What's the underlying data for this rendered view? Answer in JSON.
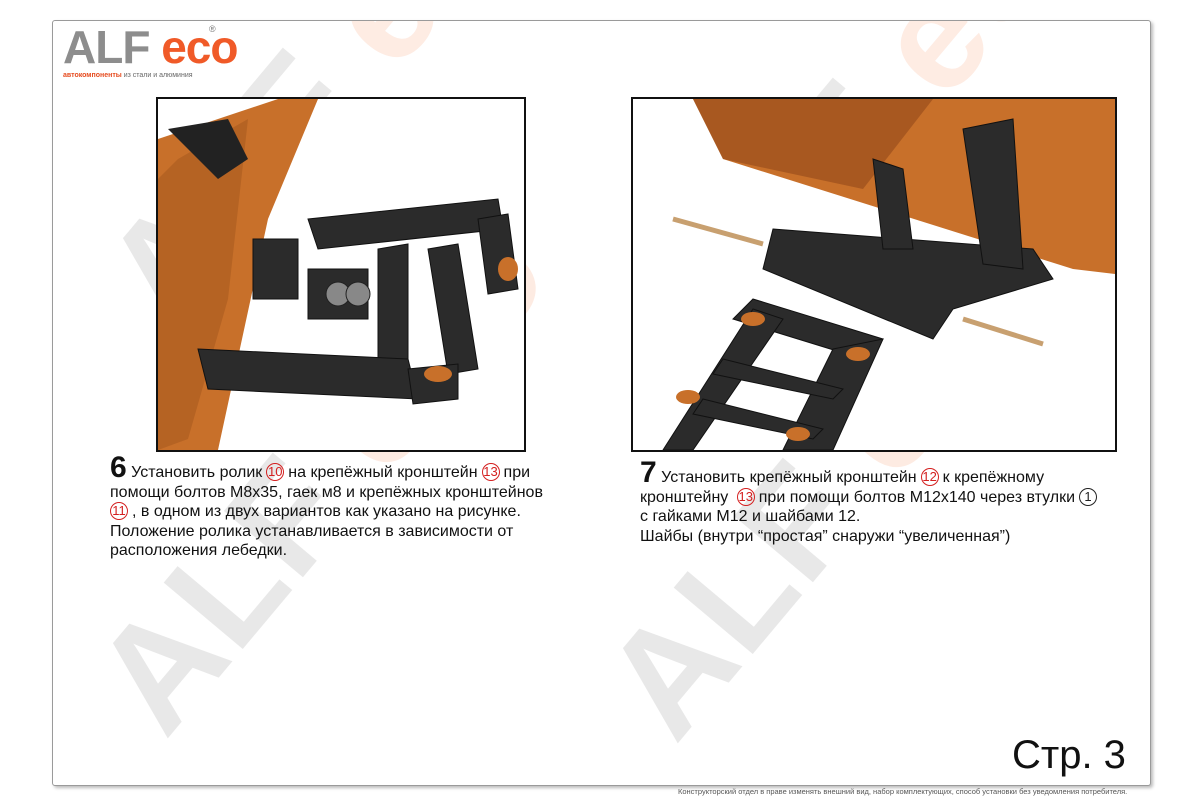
{
  "logo": {
    "brand_gray": "ALF",
    "brand_orange": "eco",
    "registered": "®",
    "tagline_red": "автокомпоненты",
    "tagline_rest": "из стали и алюминия"
  },
  "watermark": {
    "gray": "ALF",
    "orange": "eco"
  },
  "colors": {
    "accent": "#f05a28",
    "callout": "#d42020",
    "blade": "#c8702a",
    "frame": "#2b2b2b"
  },
  "steps": [
    {
      "number": "6",
      "parts": [
        "Установить ролик",
        "10",
        "на крепёжный кронштейн",
        "13",
        "при помощи болтов М8х35, гаек м8 и крепёжных кронштейнов",
        "11",
        ", в одном из двух вариантов как указано на рисунке.",
        "Положение ролика устанавливается в зависимости от расположения лебедки."
      ]
    },
    {
      "number": "7",
      "parts": [
        "Установить крепёжный кронштейн",
        "12",
        "к крепёжному кронштейну",
        "13",
        "при помощи болтов М12х140 через втулки",
        "1",
        "с гайками М12 и шайбами 12.",
        "Шайбы (внутри “простая” снаружи “увеличенная”)"
      ]
    }
  ],
  "page_label": "Стр. 3",
  "footer": "Конструкторский отдел в праве изменять внешний вид, набор комплектующих, способ установки без уведомления потребителя."
}
